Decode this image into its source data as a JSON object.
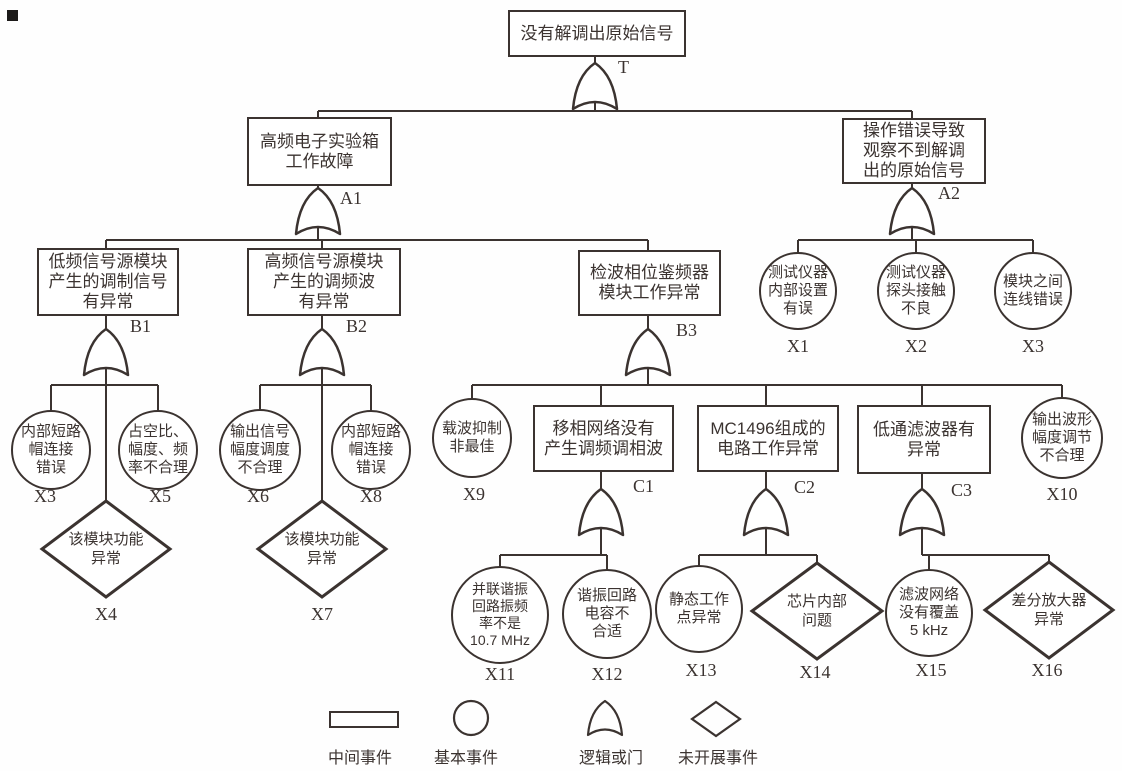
{
  "diagram_type": "fault-tree",
  "colors": {
    "ink": "#3b3330",
    "background": "#ffffff"
  },
  "nodes": {
    "T": {
      "label": "T",
      "type": "rect",
      "text": "没有解调出原始信号"
    },
    "A1": {
      "label": "A1",
      "type": "rect",
      "text": "高频电子实验箱\n工作故障"
    },
    "A2": {
      "label": "A2",
      "type": "rect",
      "text": "操作错误导致\n观察不到解调\n出的原始信号"
    },
    "B1": {
      "label": "B1",
      "type": "rect",
      "text": "低频信号源模块\n产生的调制信号\n有异常"
    },
    "B2": {
      "label": "B2",
      "type": "rect",
      "text": "高频信号源模块\n产生的调频波\n有异常"
    },
    "B3": {
      "label": "B3",
      "type": "rect",
      "text": "检波相位鉴频器\n模块工作异常"
    },
    "C1": {
      "label": "C1",
      "type": "rect",
      "text": "移相网络没有\n产生调频调相波"
    },
    "C2": {
      "label": "C2",
      "type": "rect",
      "text": "MC1496组成的\n电路工作异常"
    },
    "C3": {
      "label": "C3",
      "type": "rect",
      "text": "低通滤波器有\n异常"
    },
    "X1": {
      "label": "X1",
      "type": "circle",
      "text": "测试仪器\n内部设置\n有误"
    },
    "X2": {
      "label": "X2",
      "type": "circle",
      "text": "测试仪器\n探头接触\n不良"
    },
    "X3a": {
      "label": "X3",
      "type": "circle",
      "text": "模块之间\n连线错误"
    },
    "X3b": {
      "label": "X3",
      "type": "circle",
      "text": "内部短路\n帽连接\n错误"
    },
    "X4": {
      "label": "X4",
      "type": "diamond",
      "text": "该模块功能\n异常"
    },
    "X5": {
      "label": "X5",
      "type": "circle",
      "text": "占空比、\n幅度、频\n率不合理"
    },
    "X6": {
      "label": "X6",
      "type": "circle",
      "text": "输出信号\n幅度调度\n不合理"
    },
    "X7": {
      "label": "X7",
      "type": "diamond",
      "text": "该模块功能\n异常"
    },
    "X8": {
      "label": "X8",
      "type": "circle",
      "text": "内部短路\n帽连接\n错误"
    },
    "X9": {
      "label": "X9",
      "type": "circle",
      "text": "载波抑制\n非最佳"
    },
    "X10": {
      "label": "X10",
      "type": "circle",
      "text": "输出波形\n幅度调节\n不合理"
    },
    "X11": {
      "label": "X11",
      "type": "circle",
      "text": "并联谐振\n回路振频\n率不是\n10.7 MHz"
    },
    "X12": {
      "label": "X12",
      "type": "circle",
      "text": "谐振回路\n电容不\n合适"
    },
    "X13": {
      "label": "X13",
      "type": "circle",
      "text": "静态工作\n点异常"
    },
    "X14": {
      "label": "X14",
      "type": "diamond",
      "text": "芯片内部\n问题"
    },
    "X15": {
      "label": "X15",
      "type": "circle",
      "text": "滤波网络\n没有覆盖\n5 kHz"
    },
    "X16": {
      "label": "X16",
      "type": "diamond",
      "text": "差分放大器\n异常"
    }
  },
  "legend": {
    "items": [
      {
        "shape": "rectangle",
        "label": "中间事件"
      },
      {
        "shape": "circle",
        "label": "基本事件"
      },
      {
        "shape": "or-gate",
        "label": "逻辑或门"
      },
      {
        "shape": "diamond",
        "label": "未开展事件"
      }
    ]
  }
}
